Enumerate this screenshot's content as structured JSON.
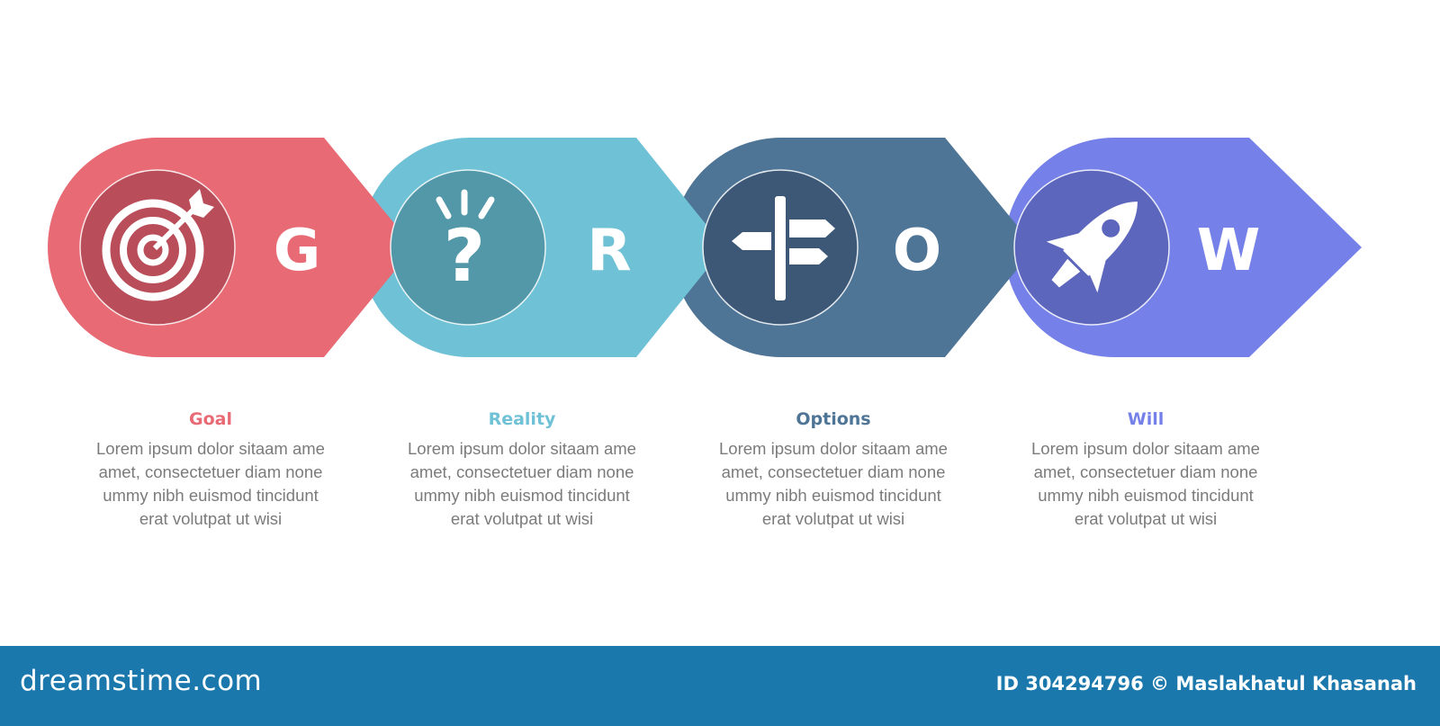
{
  "steps": [
    {
      "letter": "G",
      "title": "Goal",
      "icon": "target-icon",
      "color": "#e86a74",
      "circle_color": "#b94d59",
      "text": "Lorem ipsum dolor sitaam ame\namet, consectetuer diam none\nummy  nibh euismod tincidunt\nerat volutpat ut wisi"
    },
    {
      "letter": "R",
      "title": "Reality",
      "icon": "question-icon",
      "color": "#6fc1d6",
      "circle_color": "#5298a8",
      "text": "Lorem ipsum dolor sitaam ame\namet, consectetuer diam none\nummy  nibh euismod tincidunt\nerat volutpat ut wisi"
    },
    {
      "letter": "O",
      "title": "Options",
      "icon": "signpost-icon",
      "color": "#4e7496",
      "circle_color": "#3c5876",
      "text": "Lorem ipsum dolor sitaam ame\namet, consectetuer diam none\nummy  nibh euismod tincidunt\nerat volutpat ut wisi"
    },
    {
      "letter": "W",
      "title": "Will",
      "icon": "rocket-icon",
      "color": "#7581e8",
      "circle_color": "#5d66bd",
      "text": "Lorem ipsum dolor sitaam ame\namet, consectetuer diam none\nummy  nibh euismod tincidunt\nerat volutpat ut wisi"
    }
  ],
  "footer": {
    "brand": "dreamstime.com",
    "credit": "ID 304294796 © Maslakhatul Khasanah",
    "color": "#1a78ad"
  }
}
